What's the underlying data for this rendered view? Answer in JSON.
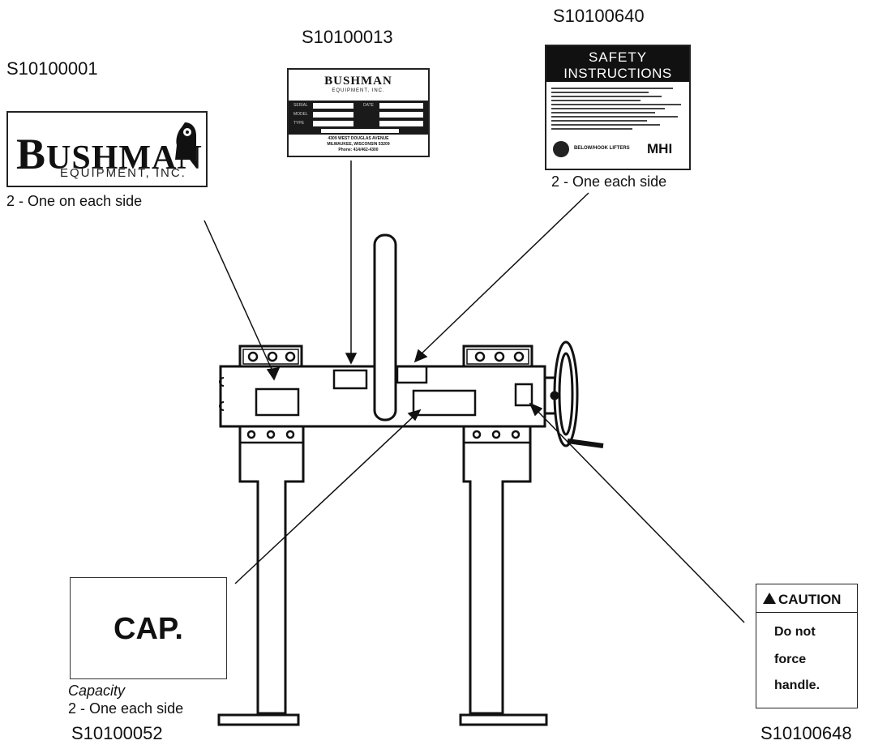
{
  "labels": {
    "part_logo": "S10100001",
    "part_serial": "S10100013",
    "part_safety": "S10100640",
    "part_capacity": "S10100052",
    "part_caution": "S10100648",
    "note_logo": "2 - One on each side",
    "note_safety": "2 - One each side",
    "note_capacity_title": "Capacity",
    "note_capacity": "2 - One each side"
  },
  "logo_decal": {
    "brand": "USHMAN",
    "brand_initial": "B",
    "sub": "EQUIPMENT, INC."
  },
  "serial_decal": {
    "brand": "BUSHMAN",
    "sub": "EQUIPMENT, INC.",
    "fields": [
      "SERIAL",
      "DATE",
      "MODEL",
      "TYPE"
    ],
    "address": [
      "4309 WEST DOUGLAS AVENUE",
      "MILWAUKEE, WISCONSIN 53209",
      "Phone: 414/462-4300"
    ]
  },
  "safety_decal": {
    "title_1": "SAFETY",
    "title_2": "INSTRUCTIONS",
    "footer_left": "BELOW/HOOK LIFTERS",
    "footer_right": "MHI"
  },
  "capacity_decal": {
    "text": "CAP."
  },
  "caution_decal": {
    "header": "CAUTION",
    "lines": [
      "Do not",
      "force",
      "handle."
    ]
  },
  "colors": {
    "ink": "#111111",
    "paper": "#ffffff",
    "panel": "#1a1a1a"
  }
}
